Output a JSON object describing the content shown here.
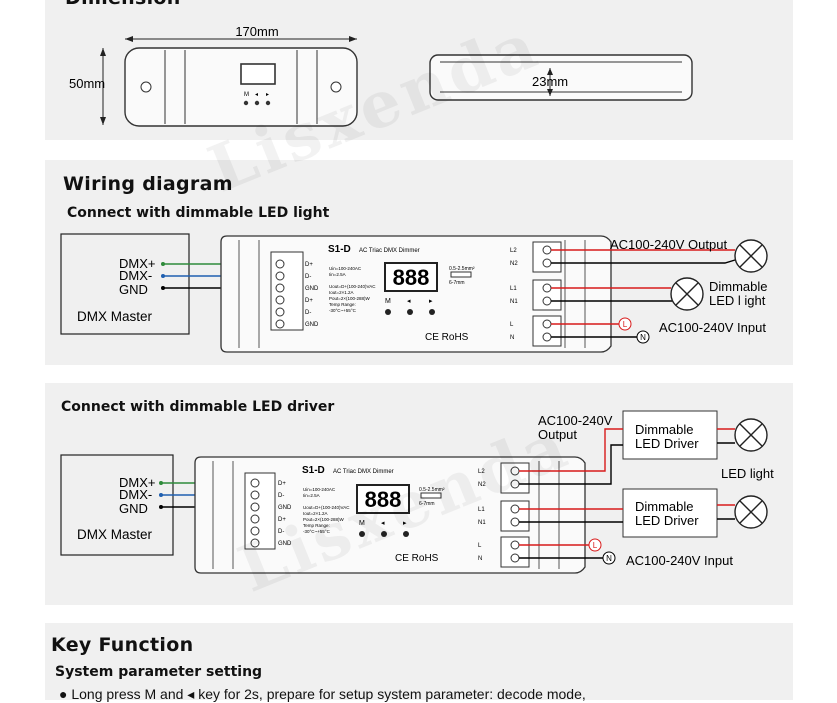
{
  "dimension": {
    "title": "Dimension",
    "width_label": "170mm",
    "height_label": "50mm",
    "depth_label": "23mm",
    "keys": [
      "M",
      "◂",
      "▸"
    ]
  },
  "wiring": {
    "title": "Wiring diagram",
    "section1": {
      "subtitle": "Connect with dimmable LED light",
      "master_signals": [
        "DMX+",
        "DMX-",
        "GND"
      ],
      "master_label": "DMX Master",
      "device_name": "S1-D",
      "device_desc": "AC Triac DMX Dimmer",
      "display": "888",
      "input_terms": [
        "D+",
        "D-",
        "GND",
        "D+",
        "D-",
        "GND"
      ],
      "output_terms": [
        "L2",
        "N2",
        "L1",
        "N1",
        "L",
        "N"
      ],
      "specs": [
        "Uin=100-240AC",
        "Iin=2.5A",
        "Uout=D+(100-240)VAC",
        "Iout=2×1.2A",
        "Pout=2×(100-288)W",
        "Temp Range:",
        "-30°C~+55°C"
      ],
      "wire_spec": "0.5-2.5mm²",
      "strip_spec": "6-7mm",
      "rohs": "CE RoHS",
      "output_label": "AC100-240V Output",
      "load_label": [
        "Dimmable",
        "LED l ight"
      ],
      "input_label": "AC100-240V Input",
      "L_marker": "L",
      "N_marker": "N"
    },
    "section2": {
      "subtitle": "Connect with dimmable LED driver",
      "output_label": [
        "AC100-240V",
        "Output"
      ],
      "driver_label": [
        "Dimmable",
        "LED Driver"
      ],
      "led_light_label": "LED light",
      "input_label": "AC100-240V Input"
    }
  },
  "key_function": {
    "title": "Key Function",
    "subtitle": "System parameter setting",
    "bullets": [
      "● Long press M and ◂ key for 2s, prepare for setup system parameter: decode mode,"
    ]
  },
  "watermark": "Lisxenda",
  "colors": {
    "dmx_plus": "#2e8b3a",
    "dmx_minus": "#1f5fb0",
    "gnd": "#000000",
    "live": "#d81b1b",
    "panel_bg": "#f0f0f0"
  }
}
